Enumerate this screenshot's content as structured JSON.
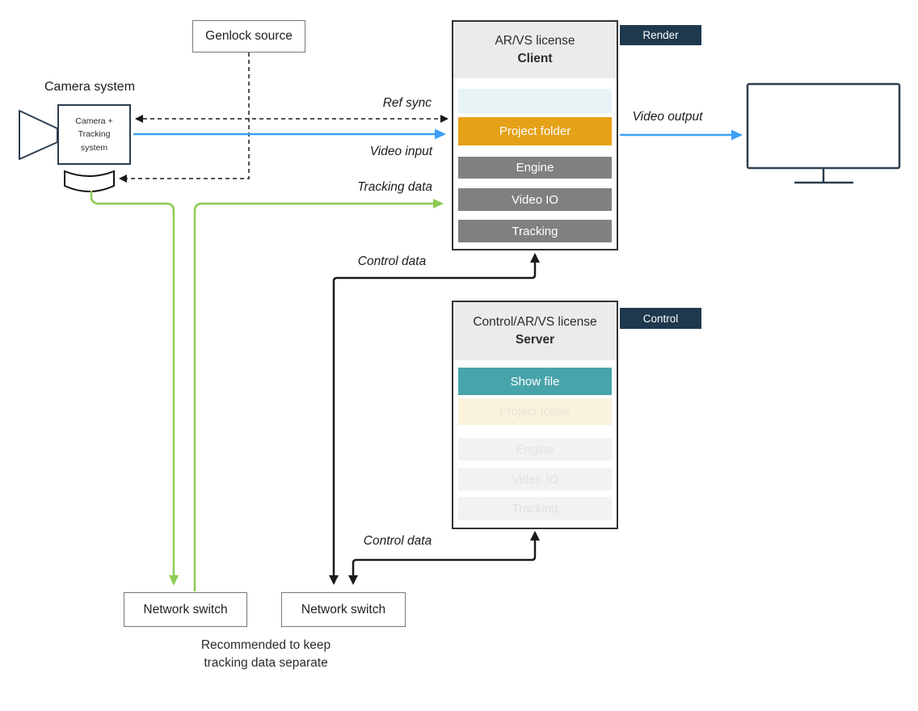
{
  "camera": {
    "label": "Camera system",
    "box_lines": [
      "Camera +",
      "Tracking",
      "system"
    ]
  },
  "genlock": {
    "label": "Genlock source"
  },
  "client": {
    "title": "AR/VS license",
    "subtitle": "Client",
    "tag": "Render",
    "rows": [
      {
        "label": "",
        "color": "#e7f3f5"
      },
      {
        "label": "Project folder",
        "color": "#e5a117"
      },
      {
        "label": "Engine",
        "color": "#808080"
      },
      {
        "label": "Video IO",
        "color": "#808080"
      },
      {
        "label": "Tracking",
        "color": "#808080"
      }
    ]
  },
  "server": {
    "title": "Control/AR/VS license",
    "subtitle": "Server",
    "tag": "Control",
    "rows": [
      {
        "label": "Show file",
        "color": "#47a4aa"
      },
      {
        "label": "Project folder",
        "color": "#faf2dd"
      },
      {
        "label": "Engine",
        "color": "#f2f2f2"
      },
      {
        "label": "Video IO",
        "color": "#f2f2f2"
      },
      {
        "label": "Tracking",
        "color": "#f2f2f2"
      }
    ]
  },
  "switch1": {
    "label": "Network switch"
  },
  "switch2": {
    "label": "Network switch"
  },
  "note": {
    "line1": "Recommended to keep",
    "line2": "tracking data separate"
  },
  "edges": {
    "ref_sync": "Ref sync",
    "video_input": "Video input",
    "tracking_data": "Tracking data",
    "control_data_top": "Control data",
    "control_data_bottom": "Control data",
    "video_output": "Video output"
  },
  "colors": {
    "tag_bg": "#1e384d",
    "blue_arrow": "#3b9ff5",
    "green_arrow": "#8ecb52",
    "black_line": "#1a1a1a",
    "navy_outline": "#2d3e50",
    "header_bg": "#ebebeb"
  }
}
